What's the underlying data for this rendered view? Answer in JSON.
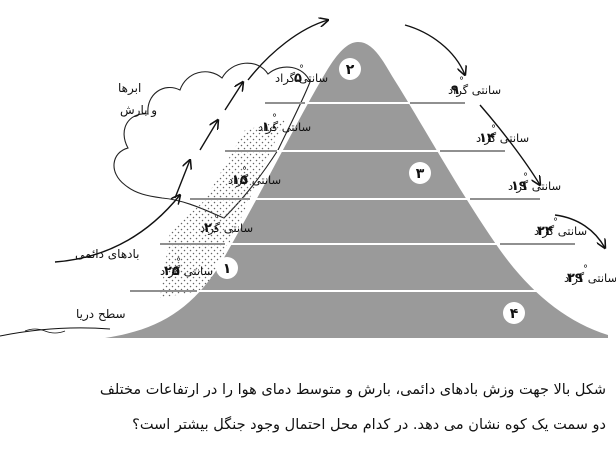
{
  "figure": {
    "labels": {
      "clouds": "ابرها",
      "and_rain": "و بارش",
      "winds": "بادهای دائمی",
      "sea_level": "سطح دریا"
    },
    "markers": {
      "m1": "۱",
      "m2": "۲",
      "m3": "۳",
      "m4": "۴"
    },
    "temperatures_left": [
      {
        "value": "۵",
        "unit": "سانتی گراد"
      },
      {
        "value": "۱۰",
        "unit": "سانتی گراد"
      },
      {
        "value": "۱۵",
        "unit": "سانتی گراد"
      },
      {
        "value": "۲۰",
        "unit": "سانتی گراد"
      },
      {
        "value": "۲۵",
        "unit": "سانتی گراد"
      }
    ],
    "temperatures_right": [
      {
        "value": "۹",
        "unit": "سانتی گراد"
      },
      {
        "value": "۱۴",
        "unit": "سانتی گراد"
      },
      {
        "value": "۱۹",
        "unit": "سانتی گراد"
      },
      {
        "value": "۲۴",
        "unit": "سانتی گراد"
      },
      {
        "value": "۲۹",
        "unit": "سانتی گراد"
      }
    ],
    "degree_symbol": "°",
    "colors": {
      "mountain": "#9a9a9a",
      "lines": "#ffffff",
      "marker_bg": "#ffffff"
    }
  },
  "question": {
    "line1": "شکل بالا جهت وزش بادهای دائمی، بارش و متوسط دمای هوا را در ارتفاعات مختلف",
    "line2": "دو سمت یک کوه نشان می دهد. در کدام محل احتمال وجود جنگل بیشتر است؟"
  }
}
